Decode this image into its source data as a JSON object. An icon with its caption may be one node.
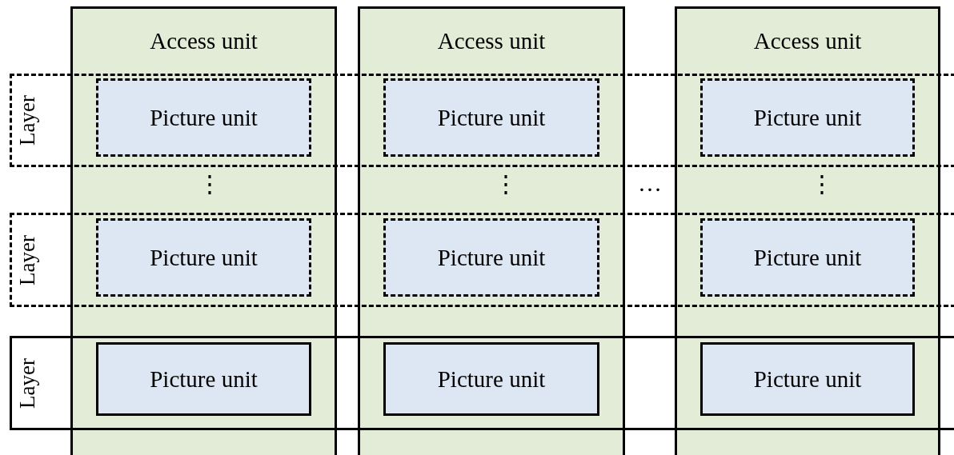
{
  "diagram": {
    "nodes": [
      {
        "text": [
          "Access unit"
        ]
      },
      {
        "text": [
          "Picture unit"
        ]
      },
      {
        "text": [
          "Picture unit"
        ]
      },
      {
        "text": [
          "Picture unit"
        ]
      },
      {
        "text": [
          "Access unit"
        ]
      },
      {
        "text": [
          "Picture unit"
        ]
      },
      {
        "text": [
          "Picture unit"
        ]
      },
      {
        "text": [
          "Picture unit"
        ]
      },
      {
        "text": [
          "Access unit"
        ]
      },
      {
        "text": [
          "Picture unit"
        ]
      },
      {
        "text": [
          "Picture unit"
        ]
      },
      {
        "text": [
          "Picture unit"
        ]
      },
      {
        "text": [
          "Layer"
        ]
      },
      {
        "text": [
          "Layer"
        ]
      },
      {
        "text": [
          "Layer"
        ]
      }
    ],
    "labels": [
      "⋮",
      "⋮",
      "…",
      "⋮"
    ]
  }
}
